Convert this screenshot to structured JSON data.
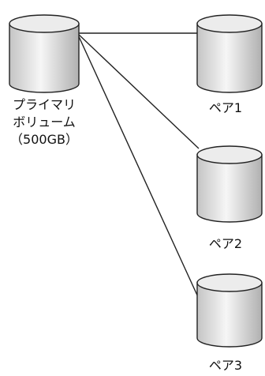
{
  "primary": {
    "line1": "プライマリ",
    "line2": "ボリューム",
    "line3": "（500GB）"
  },
  "pairs": [
    {
      "label": "ペア1"
    },
    {
      "label": "ペア2"
    },
    {
      "label": "ペア3"
    }
  ],
  "colors": {
    "stroke": "#222222",
    "cylinder_light": "#f4f4f4",
    "cylinder_dark": "#b8b8b8",
    "top_fill": "#ececec"
  }
}
